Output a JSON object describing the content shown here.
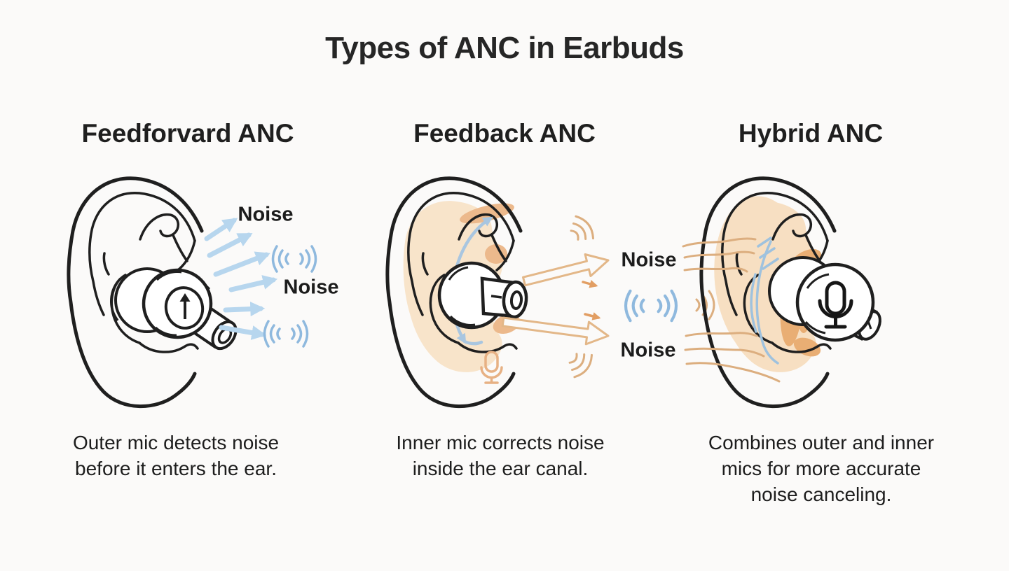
{
  "title": "Types of ANC in Earbuds",
  "columns": [
    {
      "heading": "Feedforvard ANC",
      "caption_lines": [
        "Outer mic detects noise",
        "before it enters the ear."
      ],
      "noise_labels": [
        "Noise",
        "Noise"
      ]
    },
    {
      "heading": "Feedback ANC",
      "caption_lines": [
        "Inner mic corrects noise",
        "inside the ear canal."
      ],
      "noise_labels": [
        "Noise",
        "Noise"
      ]
    },
    {
      "heading": "Hybrid ANC",
      "caption_lines": [
        "Combines outer and inner",
        "mics for more accurate",
        "noise canceling."
      ],
      "noise_labels": []
    }
  ],
  "icons": {
    "sound_wave_icon": "((( )))",
    "noise_arrow_icon": "→",
    "earbud_up_arrow_icon": "↑",
    "mic_icon": "microphone-outline",
    "ear_icon": "ear-outline",
    "earbud_icon": "earbud-in-ear"
  },
  "colors": {
    "background": "#fbfaf9",
    "ink": "#1f1f1f",
    "noise_arrow_blue": "#b7d6ee",
    "sound_wave_blue": "#8fb9de",
    "feedback_arrow_blue": "#a9c6e0",
    "noise_line_orange": "#dcae7f",
    "outlined_arrow_orange": "#e3b788",
    "chevron_orange": "#e29e63",
    "ear_fill_peach": "#f8e4ca",
    "ear_fill_peach_dark": "#ecb98c",
    "hybrid_accent_orange": "#e9ae74",
    "mic_orange": "#e7b184"
  }
}
